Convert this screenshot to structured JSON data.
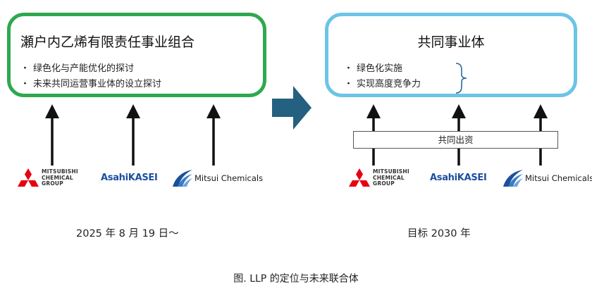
{
  "left_box": {
    "title": "瀬户内乙烯有限责任事业组合",
    "bullets": [
      "绿色化与产能优化的探讨",
      "未来共同运营事业体的设立探讨"
    ]
  },
  "right_box": {
    "title": "共同事业体",
    "bullets": [
      "绿色化实施",
      "实现高度竞争力"
    ]
  },
  "bullet_mark": "・",
  "logos": {
    "mcg_lines": [
      "MITSUBISHI",
      "CHEMICAL",
      "GROUP"
    ],
    "asahi_prefix": "Asahi",
    "asahi_suffix": "KASEI",
    "mitsui": "Mitsui Chemicals"
  },
  "joint_investment": "共同出资",
  "left_caption": "2025 年 8 月 19 日～",
  "right_caption": "目标 2030 年",
  "figure_caption": "图. LLP 的定位与未来联合体",
  "colors": {
    "left_border": "#2fa84f",
    "right_border": "#6cc4e6",
    "transition_arrow": "#24607f",
    "mcg_red": "#e60012",
    "asahi_blue": "#1b4fa0",
    "mitsui_blue": "#1c4f9c"
  }
}
